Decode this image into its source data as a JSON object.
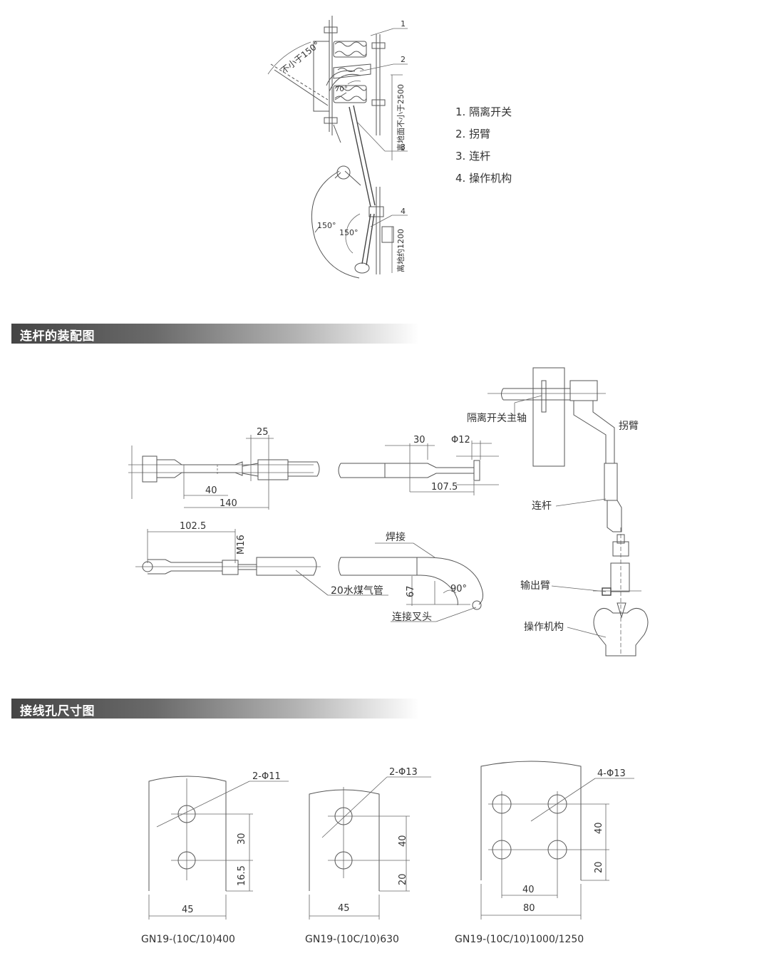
{
  "legend": [
    "1. 隔离开关",
    "2. 拐臂",
    "3. 连杆",
    "4. 操作机构"
  ],
  "sections": {
    "assembly_title": "连杆的装配图",
    "hole_title": "接线孔尺寸图"
  },
  "installation": {
    "callouts": [
      "1",
      "2",
      "3",
      "4"
    ],
    "angle_top": "不小于150°",
    "angle_70": "70°",
    "angle_150a": "150°",
    "angle_150b": "150°",
    "height_upper": "离地面不小于2500",
    "height_lower": "离地约1200"
  },
  "assembly": {
    "dim_25": "25",
    "dim_40": "40",
    "dim_140": "140",
    "dim_30": "30",
    "dim_phi12": "Φ12",
    "dim_107_5": "107.5",
    "dim_102_5": "102.5",
    "dim_m16": "M16",
    "dim_67": "67",
    "angle_90": "90°",
    "label_weld": "焊接",
    "label_pipe": "20水煤气管",
    "label_fork": "连接叉头",
    "label_main_shaft": "隔离开关主轴",
    "label_crank": "拐臂",
    "label_link": "连杆",
    "label_output": "输出臂",
    "label_mechanism": "操作机构"
  },
  "holes": {
    "p1": {
      "holes": "2-Φ11",
      "pitch": "30",
      "edge": "16.5",
      "width": "45",
      "model": "GN19-(10C/10)400"
    },
    "p2": {
      "holes": "2-Φ13",
      "pitch": "40",
      "edge": "20",
      "width": "45",
      "model": "GN19-(10C/10)630"
    },
    "p3": {
      "holes": "4-Φ13",
      "pitch": "40",
      "edge": "20",
      "hpitch": "40",
      "width": "80",
      "model": "GN19-(10C/10)1000/1250"
    }
  }
}
